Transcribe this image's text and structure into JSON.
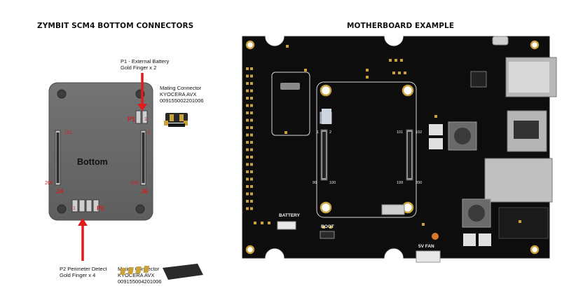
{
  "left": {
    "title": "ZYMBIT SCM4 BOTTOM CONNECTORS",
    "module_label": "Bottom",
    "p1_note": {
      "line1": "P1 - External Battery",
      "line2": "Gold Finger x 2"
    },
    "p1_mating": {
      "line1": "Mating Connector",
      "line2": "KYOCERA AVX",
      "line3": "009155002201006"
    },
    "p2_note": {
      "line1": "P2 Perimeter Detect",
      "line2": "Gold Finger x 4"
    },
    "p2_mating": {
      "line1": "Mating Connector",
      "line2": "KYOCERA AVX",
      "line3": "009155004201006"
    },
    "labels": {
      "p1": "P1",
      "p2": "P2",
      "j4": "J4",
      "j6": "J6",
      "n101": "101",
      "n1": "1",
      "n200": "200",
      "n100": "100",
      "p1_pin1": "1",
      "p2_pin1": "1"
    }
  },
  "right": {
    "title": "MOTHERBOARD EXAMPLE",
    "silk": {
      "battery": "BATTERY",
      "boot": "BOOT",
      "fan": "5V FAN",
      "j_left_1": "1",
      "j_left_2": "2",
      "j_left_99": "99",
      "j_left_100": "100",
      "j_right_101": "101",
      "j_right_102": "102",
      "j_right_199": "199",
      "j_right_200": "200"
    }
  },
  "colors": {
    "pcb": "#0d0d0d",
    "module": "#6b6b6b",
    "arrow": "#e01b1b",
    "gold": "#c9a23a"
  }
}
